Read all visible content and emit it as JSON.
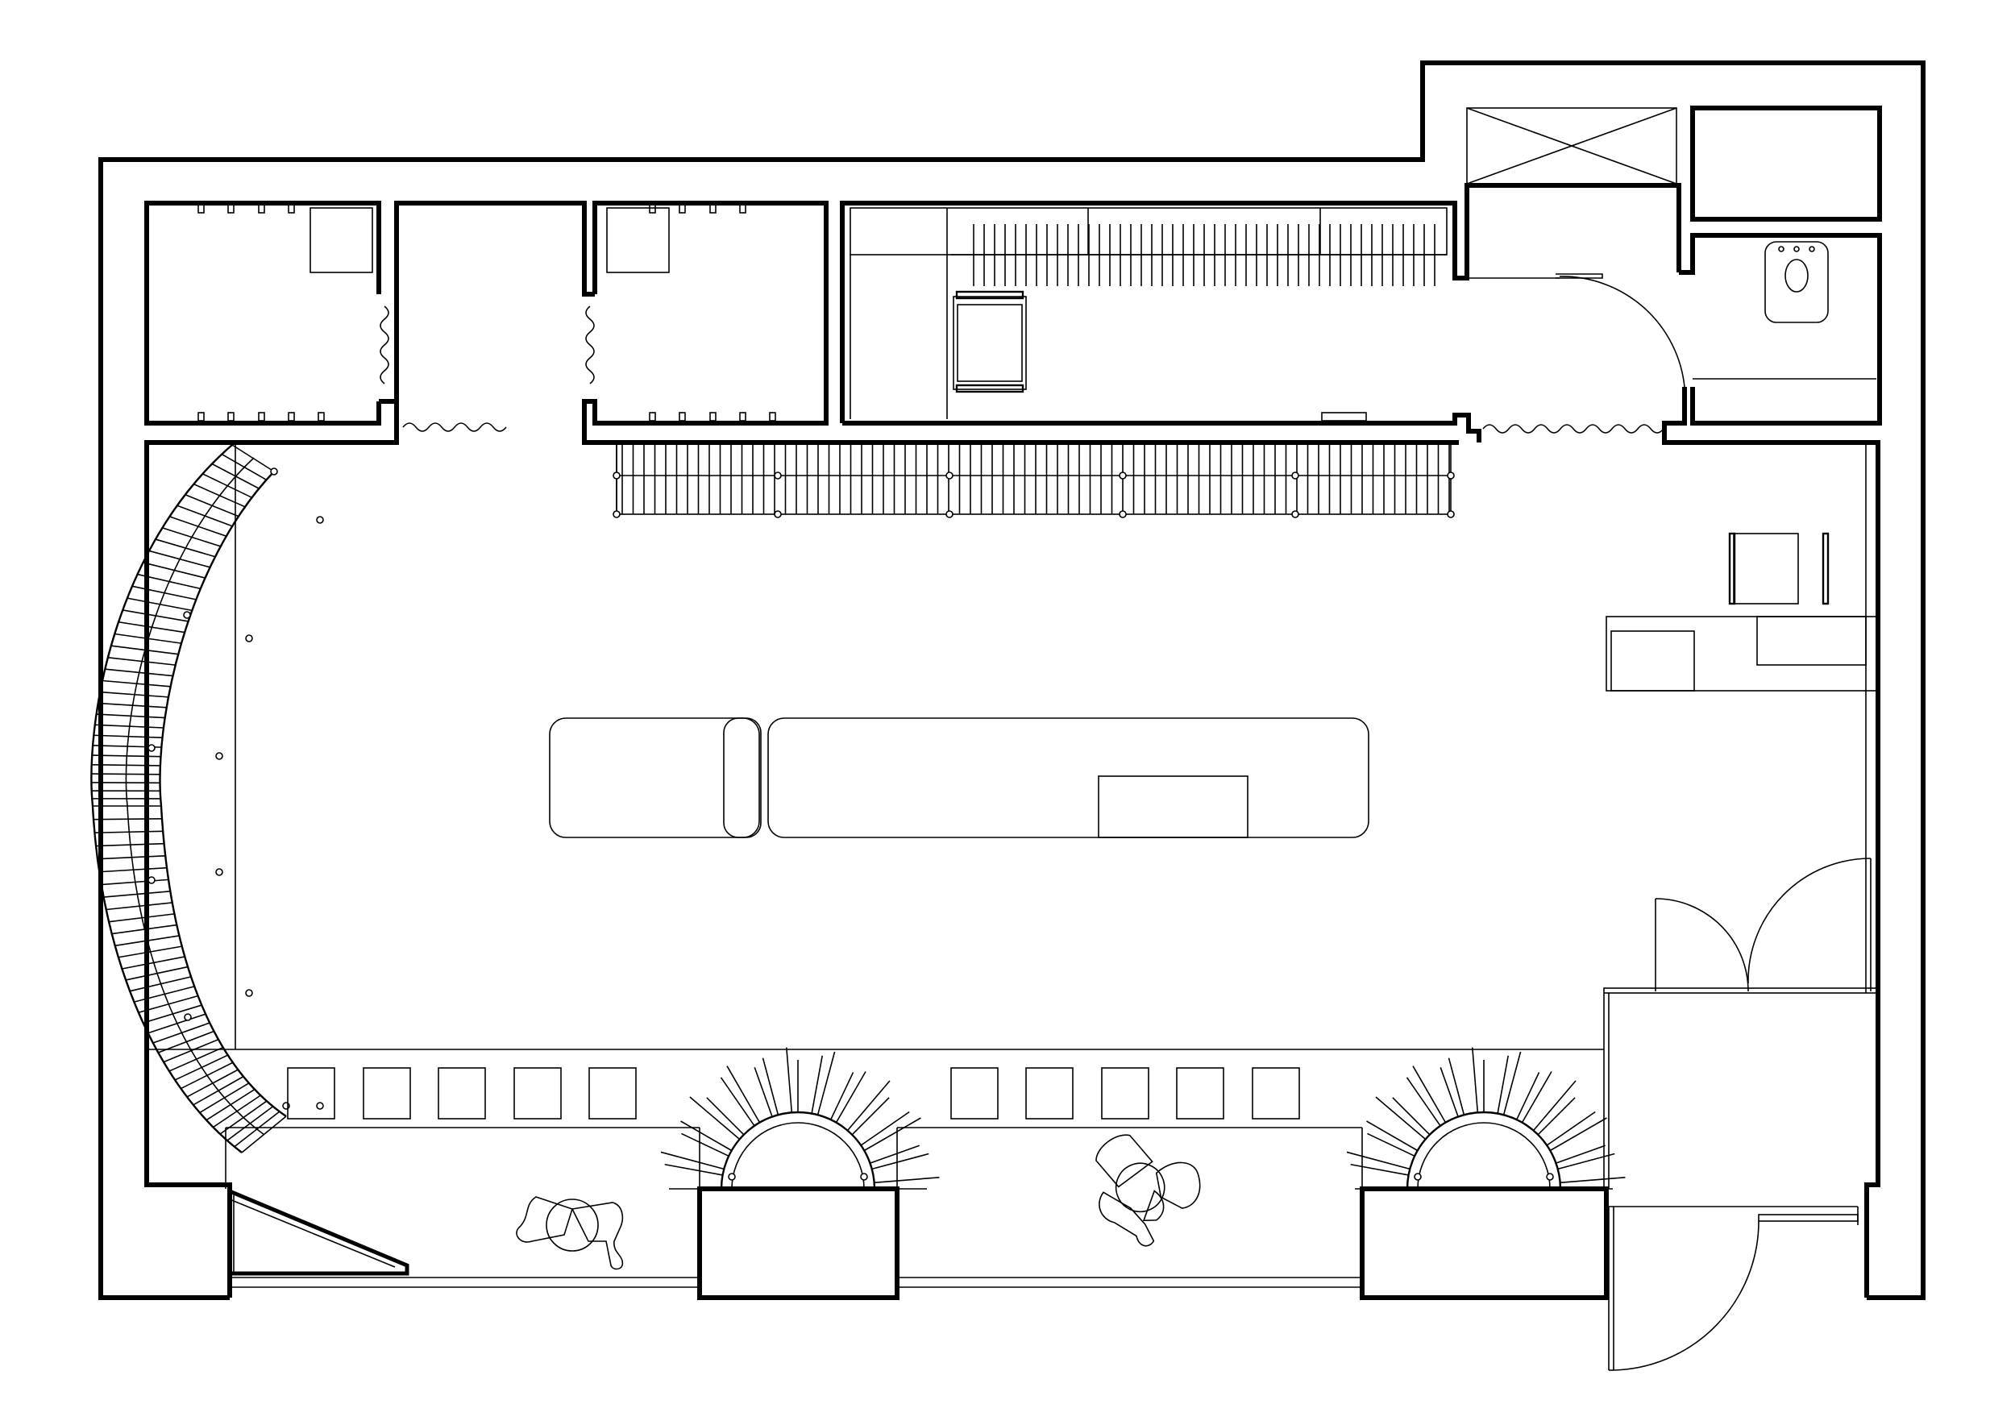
{
  "colors": {
    "background": "#ffffff",
    "wall": "#000000",
    "line": "#000000"
  },
  "elements": {
    "spiral_stairs_count": 2,
    "display_cubes": 10,
    "fitting_rooms": 2,
    "figures": 2
  }
}
